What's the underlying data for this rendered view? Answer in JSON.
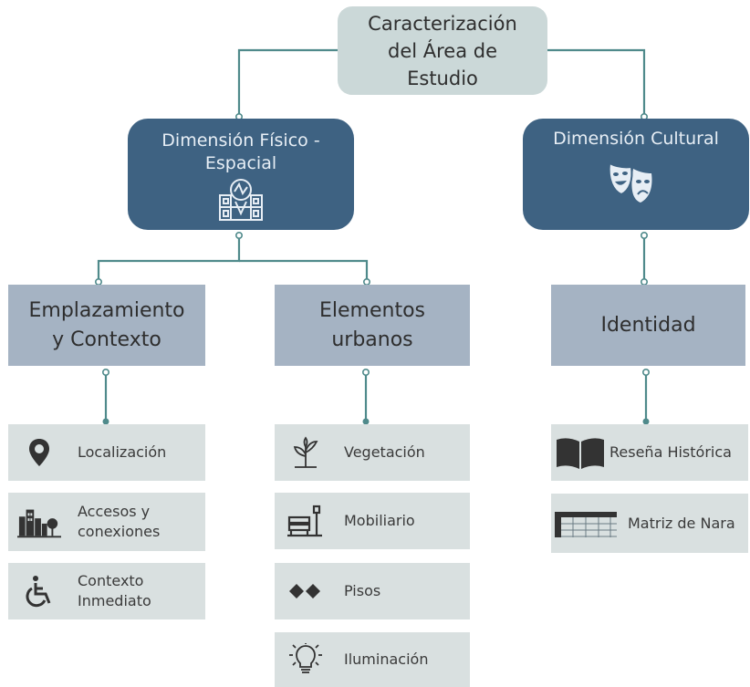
{
  "root": {
    "line1": "Caracterización",
    "line2": "del Área de",
    "line3": "Estudio"
  },
  "dimension_fisico": {
    "line1": "Dimensión Físico -",
    "line2": "Espacial",
    "icon": "urban-map-icon"
  },
  "dimension_cultural": {
    "line1": "Dimensión Cultural",
    "icon": "theater-masks-icon"
  },
  "emplazamiento": {
    "line1": "Emplazamiento",
    "line2": "y Contexto"
  },
  "elementos": {
    "line1": "Elementos",
    "line2": "urbanos"
  },
  "identidad": {
    "label": "Identidad"
  },
  "items_emplazamiento": [
    {
      "line1": "Localización",
      "icon": "location-pin-icon"
    },
    {
      "line1": "Accesos y",
      "line2": "conexiones",
      "icon": "city-buildings-icon"
    },
    {
      "line1": "Contexto",
      "line2": "Inmediato",
      "icon": "wheelchair-icon"
    }
  ],
  "items_elementos": [
    {
      "line1": "Vegetación",
      "icon": "plant-icon"
    },
    {
      "line1": "Mobiliario",
      "icon": "bench-lamp-icon"
    },
    {
      "line1": "Pisos",
      "icon": "diamond-tiles-icon"
    },
    {
      "line1": "Iluminación",
      "icon": "light-bulb-icon"
    }
  ],
  "items_identidad": [
    {
      "line1": "Reseña Histórica",
      "icon": "open-book-icon"
    },
    {
      "line1": "Matriz de Nara",
      "icon": "matrix-table-icon"
    }
  ],
  "colors": {
    "connector": "#4f8a8b",
    "dimension_fill": "#3e6282",
    "section_fill": "#a5b3c3",
    "item_fill": "#d9e0e0",
    "root_fill": "#cbd8d8"
  }
}
